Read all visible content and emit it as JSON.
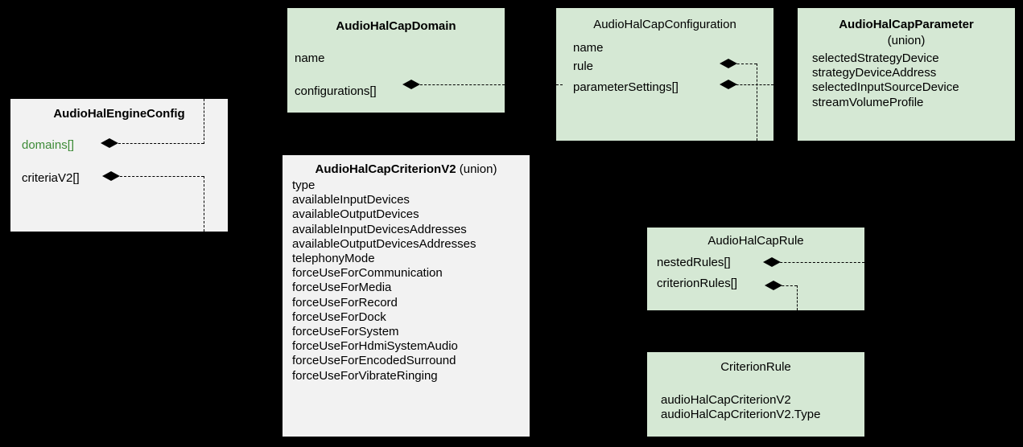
{
  "diagram": {
    "type": "uml-class-diagram",
    "background_color": "#000000",
    "box_fill_green": "#d5e8d4",
    "box_fill_grey": "#f2f2f2",
    "accent_text_color": "#3d8b37"
  },
  "boxes": {
    "engine_config": {
      "title": "AudioHalEngineConfig",
      "attrs": [
        {
          "label": "domains[]",
          "accent": true
        },
        {
          "label": "criteriaV2[]",
          "accent": false
        }
      ]
    },
    "cap_domain": {
      "title": "AudioHalCapDomain",
      "attrs": [
        {
          "label": "name"
        },
        {
          "label": "configurations[]"
        }
      ]
    },
    "cap_configuration": {
      "title": "AudioHalCapConfiguration",
      "attrs": [
        {
          "label": "name"
        },
        {
          "label": "rule"
        },
        {
          "label": "parameterSettings[]"
        }
      ]
    },
    "cap_parameter": {
      "title": "AudioHalCapParameter",
      "subtitle": "(union)",
      "attrs": [
        "selectedStrategyDevice",
        "strategyDeviceAddress",
        "selectedInputSourceDevice",
        "streamVolumeProfile"
      ]
    },
    "cap_criterion_v2": {
      "title": "AudioHalCapCriterionV2",
      "title_suffix": " (union)",
      "attrs": [
        "type",
        "availableInputDevices",
        "availableOutputDevices",
        "availableInputDevicesAddresses",
        "availableOutputDevicesAddresses",
        "telephonyMode",
        "forceUseForCommunication",
        "forceUseForMedia",
        "forceUseForRecord",
        "forceUseForDock",
        "forceUseForSystem",
        "forceUseForHdmiSystemAudio",
        "forceUseForEncodedSurround",
        "forceUseForVibrateRinging"
      ]
    },
    "cap_rule": {
      "title": "AudioHalCapRule",
      "attrs": [
        {
          "label": "nestedRules[]"
        },
        {
          "label": "criterionRules[]"
        }
      ]
    },
    "criterion_rule": {
      "title": "CriterionRule",
      "attrs": [
        "audioHalCapCriterionV2",
        "audioHalCapCriterionV2.Type"
      ]
    }
  }
}
